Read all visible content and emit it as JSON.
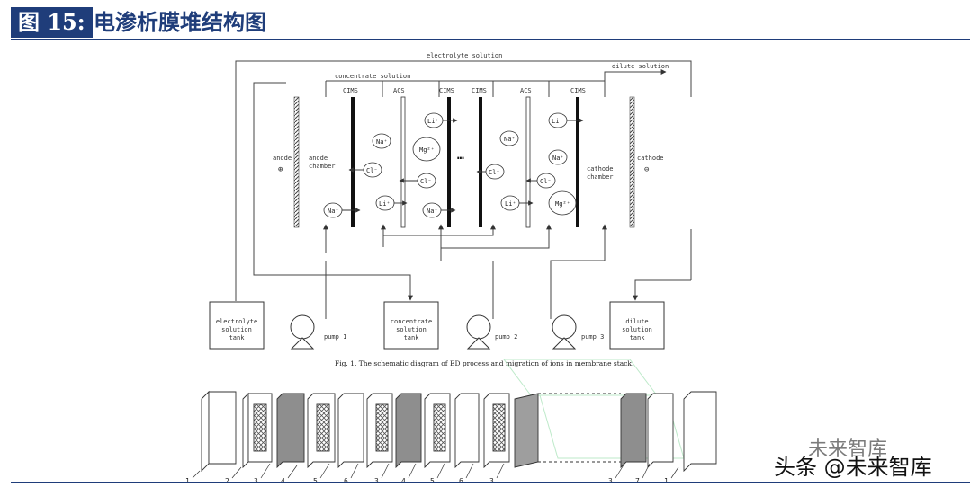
{
  "header": {
    "figure_tag": "图 15:",
    "title": "电渗析膜堆结构图"
  },
  "diagram": {
    "flows": {
      "electrolyte": "electrolyte solution",
      "dilute": "dilute solution",
      "concentrate": "concentrate solution"
    },
    "membranes": {
      "cims": "CIMS",
      "acs": "ACS"
    },
    "electrodes": {
      "anode": "anode",
      "cathode": "cathode",
      "anode_chamber": "anode\nchamber",
      "cathode_chamber": "cathode\nchamber",
      "anode_sign": "⊕",
      "cathode_sign": "⊖"
    },
    "ions": {
      "na": "Na⁺",
      "cl": "Cl⁻",
      "li": "Li⁺",
      "mg": "Mg²⁺",
      "ellipsis": "…"
    },
    "tanks": {
      "electrolyte": "electrolyte\nsolution\ntank",
      "concentrate": "concentrate\nsolution\ntank",
      "dilute": "dilute\nsolution\ntank"
    },
    "pumps": {
      "p1": "pump 1",
      "p2": "pump 2",
      "p3": "pump 3"
    },
    "caption": "Fig. 1. The schematic diagram of ED process and migration of ions in membrane stack.",
    "stack_labels": [
      "1",
      "2",
      "3",
      "4",
      "5",
      "6",
      "3",
      "4",
      "5",
      "6",
      "3",
      "3",
      "7",
      "1"
    ]
  },
  "watermark": {
    "line1": "未来智库",
    "line2": "头条 @未来智库"
  }
}
